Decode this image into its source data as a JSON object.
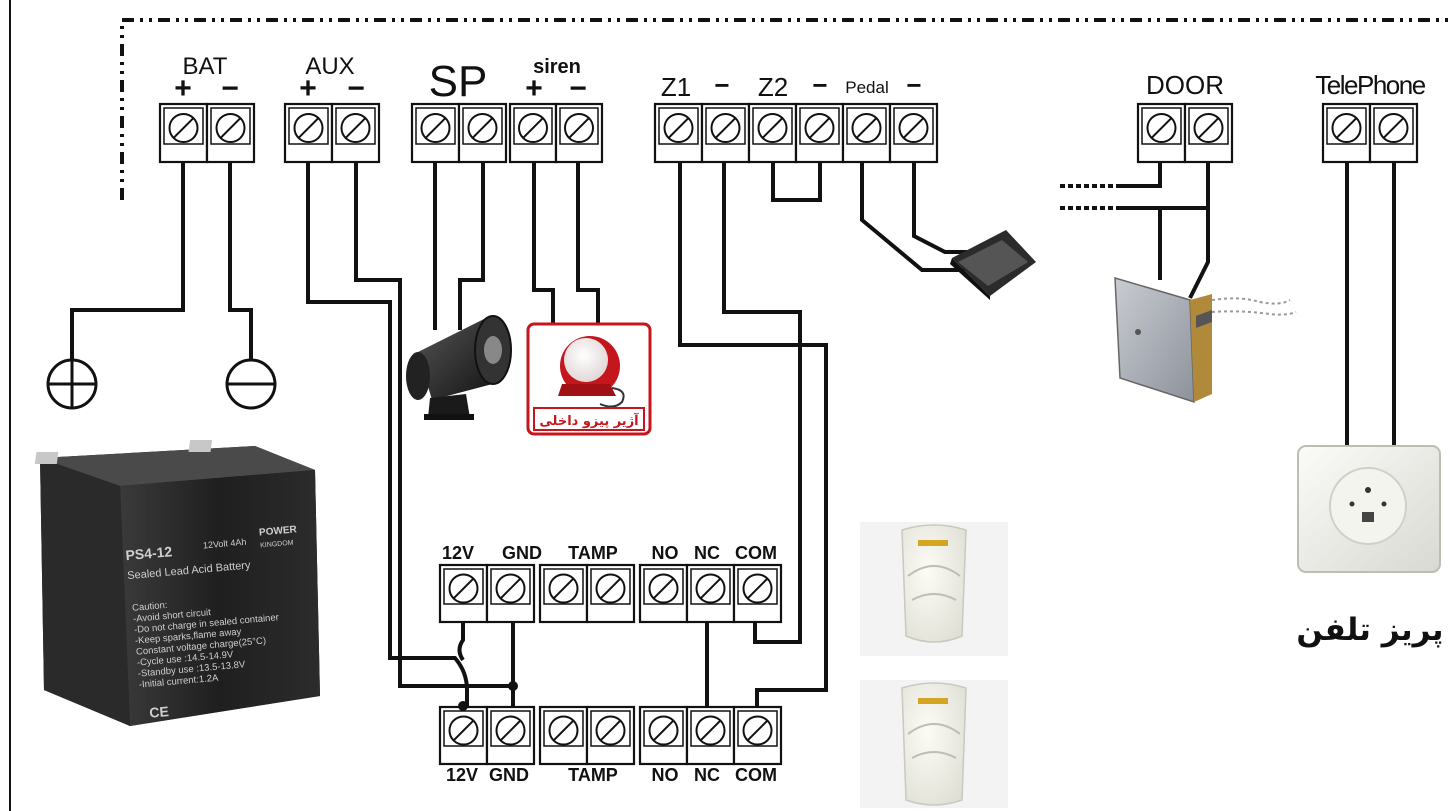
{
  "panel_labels": {
    "bat": "BAT",
    "aux": "AUX",
    "sp": "SP",
    "siren": "siren",
    "z1": "Z1",
    "z2": "Z2",
    "pedal": "Pedal",
    "door": "DOOR",
    "telephone": "TelePhone",
    "plus": "+",
    "minus": "−",
    "dash": "—"
  },
  "battery": {
    "model": "PS4-12",
    "type": "Sealed Lead Acid Battery",
    "rating": "12Volt 4Ah",
    "brand_top": "POWER",
    "brand_bottom": "KINGDOM",
    "caution": [
      "Caution:",
      "-Avoid short circuit",
      "-Do not charge in sealed container",
      "-Keep sparks,flame away",
      "Constant voltage charge(25°C)",
      "-Cycle  use  :14.5-14.9V",
      "-Standby use :13.5-13.8V",
      "-Initial current:1.2A"
    ],
    "marks": "CE"
  },
  "piezo_siren_caption": "آژیر پیزو داخلی",
  "telephone_socket_caption": "پریز تلفن",
  "detector_upper_labels": {
    "v12": "12V",
    "gnd": "GND",
    "tamp": "TAMP",
    "no": "NO",
    "nc": "NC",
    "com": "COM"
  },
  "detector_lower_labels": {
    "v12": "12V",
    "gnd": "GND",
    "tamp": "TAMP",
    "no": "NO",
    "nc": "NC",
    "com": "COM"
  }
}
